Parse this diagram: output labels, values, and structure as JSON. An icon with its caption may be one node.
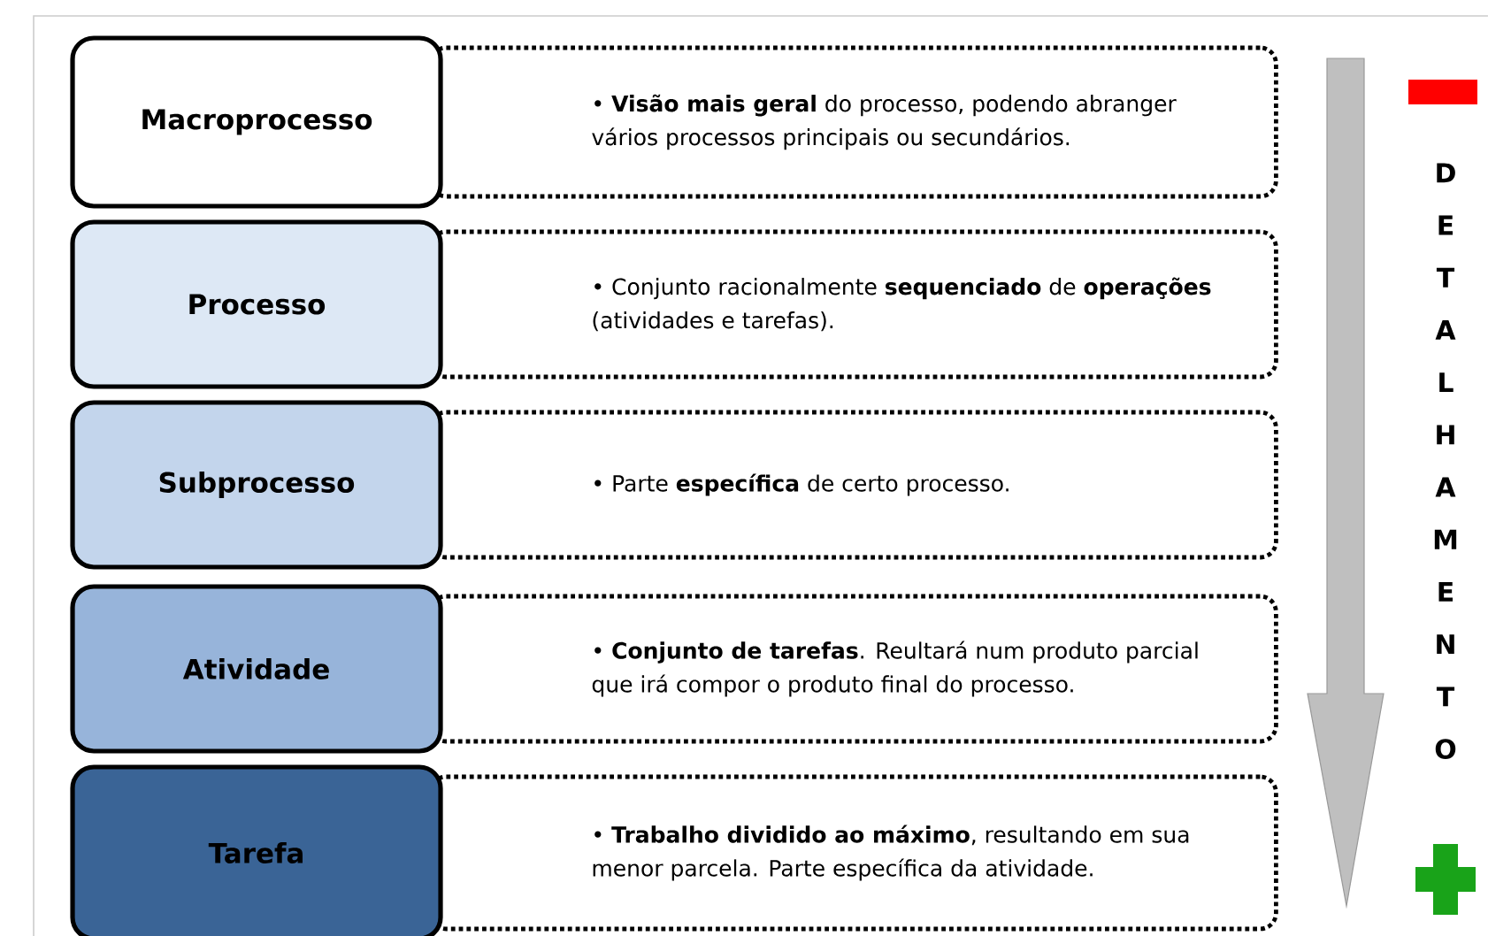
{
  "diagram": {
    "nodes": [
      {
        "text": [
          "Macroprocesso"
        ]
      },
      {
        "text": [
          "• **Visão mais geral** do processo, podendo abranger vários processos principais ou secundários."
        ]
      },
      {
        "text": [
          "Processo"
        ]
      },
      {
        "text": [
          "• Conjunto racionalmente **sequenciado** de **operações** (atividades e tarefas)."
        ]
      },
      {
        "text": [
          "Subprocesso"
        ]
      },
      {
        "text": [
          "• Parte **específica** de certo processo."
        ]
      },
      {
        "text": [
          "Atividade"
        ]
      },
      {
        "text": [
          "• **Conjunto de tarefas**. Reultará num produto parcial que irá compor o produto final do processo."
        ]
      },
      {
        "text": [
          "Tarefa"
        ]
      },
      {
        "text": [
          "• **Trabalho dividido ao máximo**, resultando em sua menor parcela. Parte específica da atividade."
        ]
      }
    ],
    "labels": [
      "DETALHAMENTO"
    ]
  }
}
